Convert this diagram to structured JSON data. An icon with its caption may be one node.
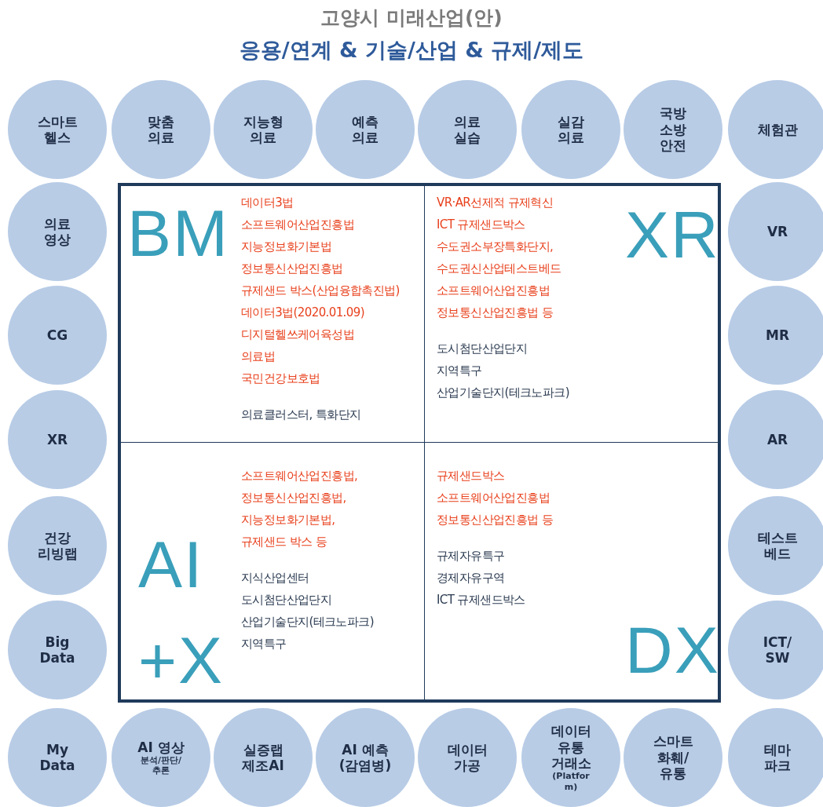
{
  "diagram": {
    "title": "고양시 미래산업(안)",
    "nodes": [
      {
        "text": [
          "스마트 헬스"
        ]
      },
      {
        "text": [
          "맞춤 의료"
        ]
      },
      {
        "text": [
          "지능형 의료"
        ]
      },
      {
        "text": [
          "예측 의료"
        ]
      },
      {
        "text": [
          "의료 실습"
        ]
      },
      {
        "text": [
          "실감 의료"
        ]
      },
      {
        "text": [
          "국방 소방 안전"
        ]
      },
      {
        "text": [
          "체험관"
        ]
      },
      {
        "text": [
          "의료 영상"
        ]
      },
      {
        "text": [
          "VR"
        ]
      },
      {
        "text": [
          "CG"
        ]
      },
      {
        "text": [
          "MR"
        ]
      },
      {
        "text": [
          "XR"
        ]
      },
      {
        "text": [
          "AR"
        ]
      },
      {
        "text": [
          "건강 리빙랩"
        ]
      },
      {
        "text": [
          "테스트 베드"
        ]
      },
      {
        "text": [
          "Big Data"
        ]
      },
      {
        "text": [
          "ICT/ SW"
        ]
      },
      {
        "text": [
          "My Data"
        ]
      },
      {
        "text": [
          "AI 영상",
          "분석/판단/추론"
        ]
      },
      {
        "text": [
          "실증랩 제조AI"
        ]
      },
      {
        "text": [
          "AI 예측 (감염병)"
        ]
      },
      {
        "text": [
          "데이터 가공"
        ]
      },
      {
        "text": [
          "데이터 유통 거래소",
          "(Platform)"
        ]
      },
      {
        "text": [
          "스마트 화훼/ 유통"
        ]
      },
      {
        "text": [
          "테마 파크"
        ]
      },
      {
        "text": [],
        "shape": "box"
      },
      {
        "text": [
          "BM",
          "데이터3법",
          "소프트웨어산업진흥법",
          "지능정보화기본법",
          "정보통신산업진흥법",
          "규제샌드 박스(산업융합촉진법)",
          "데이터3법(2020.01.09)",
          "디지털헬쓰케어육성법",
          "의료법",
          "국민건강보호법",
          "의료클러스터, 특화단지"
        ],
        "in": 26
      },
      {
        "text": [
          "XR",
          "VR·AR선제적 규제혁신",
          "ICT 규제샌드박스",
          "수도권소부장특화단지,",
          "수도권신산업테스트베드",
          "소프트웨어산업진흥법",
          "정보통신산업진흥법 등",
          "도시첨단산업단지",
          "지역특구",
          "산업기술단지(테크노파크)"
        ],
        "in": 26
      },
      {
        "text": [
          "AI +X",
          "소프트웨어산업진흥법,",
          "정보통신산업진흥법,",
          "지능정보화기본법,",
          "규제샌드 박스 등",
          "지식산업센터",
          "도시첨단산업단지",
          "산업기술단지(테크노파크)",
          "지역특구"
        ],
        "in": 26
      },
      {
        "text": [
          "DX",
          "규제샌드박스",
          "소프트웨어산업진흥법",
          "정보통신산업진흥법 등",
          "규제자유특구",
          "경제자유구역",
          "ICT 규제샌드박스"
        ],
        "in": 26
      }
    ],
    "labels": [
      "응용/연계 & 기술/산업 & 규제/제도"
    ]
  }
}
